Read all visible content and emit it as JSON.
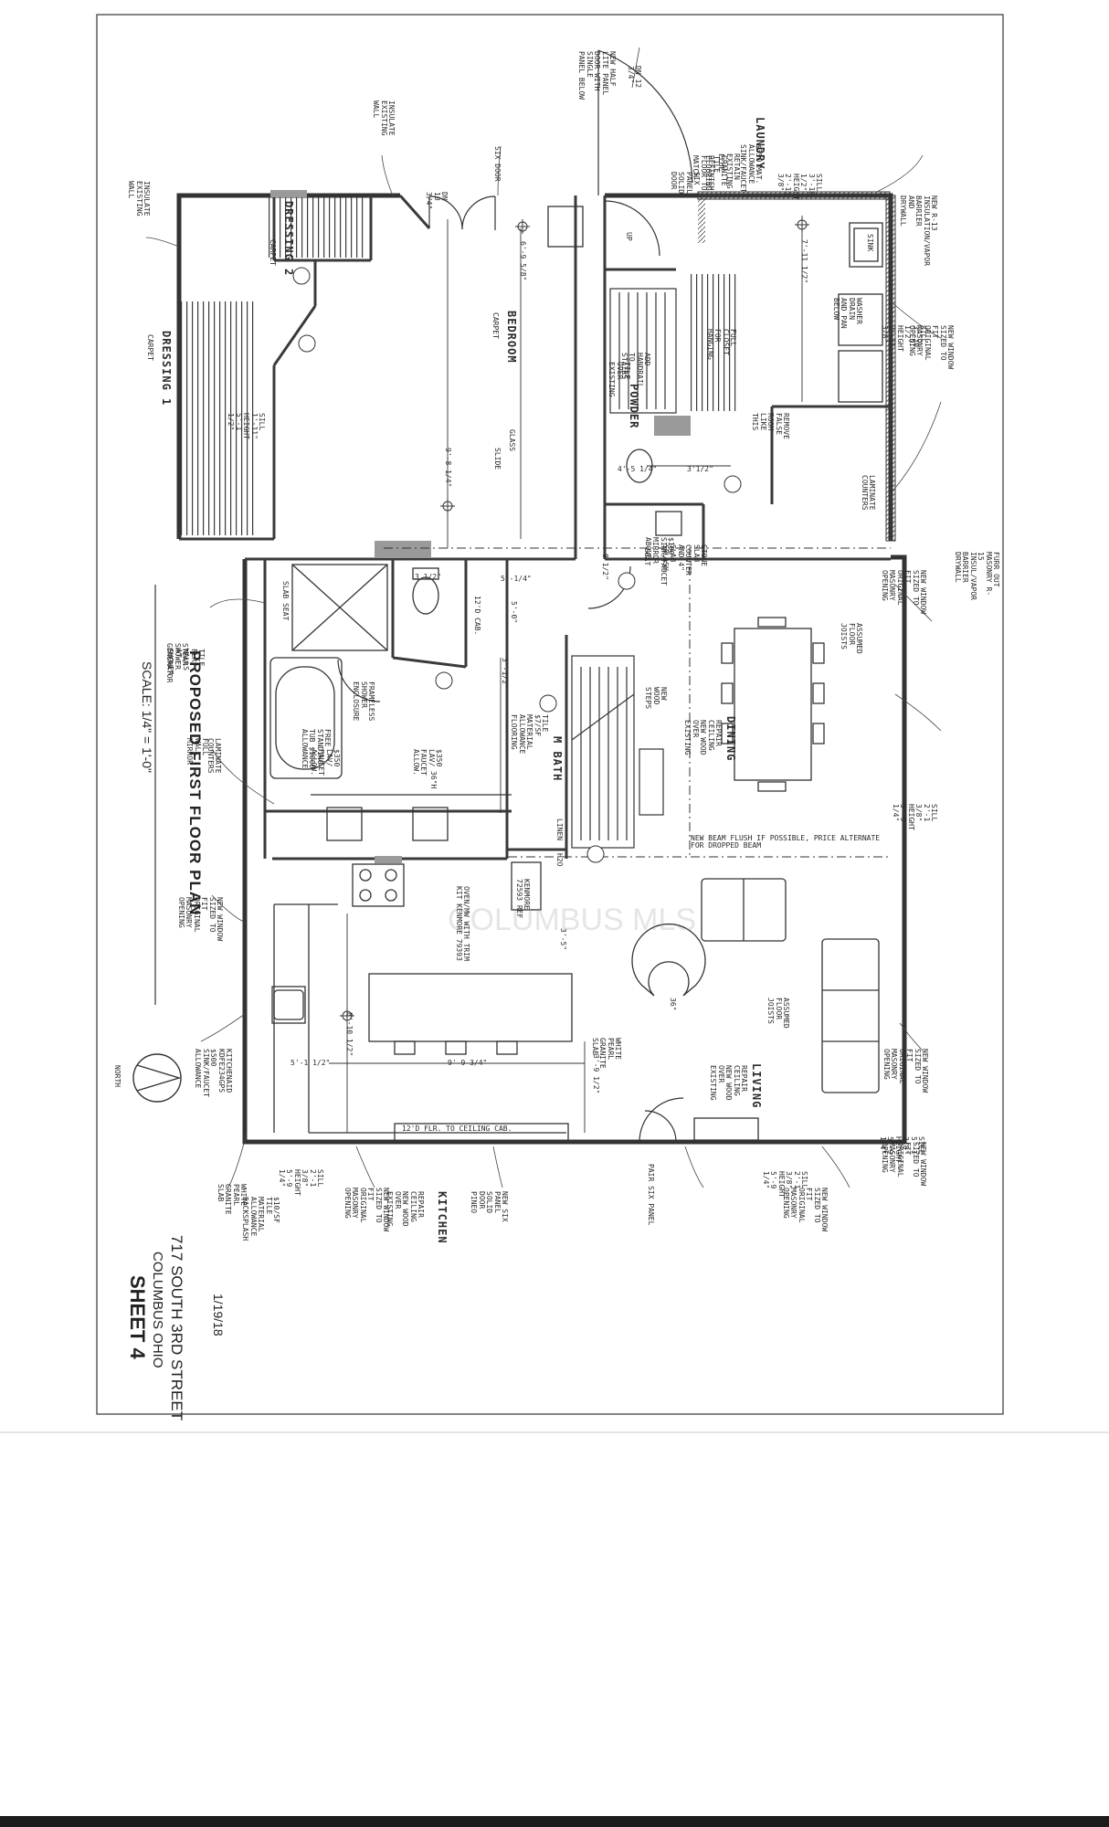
{
  "sheet": {
    "title": "PROPOSED FIRST FLOOR PLAN",
    "scale": "SCALE: 1/4\" = 1'-0\"",
    "address_line1": "717 SOUTH 3RD STREET",
    "address_line2": "COLUMBUS OHIO",
    "sheet_number": "SHEET 4",
    "date": "1/19/18",
    "north_label": "NORTH",
    "watermark": "COLUMBUS MLS"
  },
  "rooms": {
    "laundry": "LAUNDRY",
    "bedroom": "BEDROOM",
    "dressing1": "DRESSING 1",
    "dressing2": "DRESSING 2",
    "powder": "POWDER",
    "m_bath": "M BATH",
    "dining": "DINING",
    "living": "LIVING",
    "kitchen": "KITCHEN"
  },
  "labels": {
    "carpet1": "CARPET",
    "carpet2": "CARPET",
    "carpet3": "CARPET",
    "linen": "LINEN",
    "h2o": "H2O",
    "sink": "SINK",
    "seat": "SEAT",
    "slab_seat": "SLAB SEAT",
    "glass": "GLASS",
    "ref": "KENMORE 72593 REF",
    "oven": "OVEN/MW WITH TRIM KIT KENMORE 79393",
    "counter_note": "12'D FLR. TO CEILING CAB.",
    "cab_note": "12'D CAB.",
    "dim_36": "36\"",
    "dim_36h": "36\"H",
    "dim_3_5": "3'-5\"",
    "dim_9_9": "9'-9 3/4\"",
    "dim_3_9": "3'-9 1/2\"",
    "dim_5_1": "5'-1 1/2\"",
    "dim_8_10": "8'-10 1/2\"",
    "dim_9_8": "9'-8 1/4\"",
    "dim_6_9": "6'-9 5/8\"",
    "dim_7_11": "7'-11 1/2\"",
    "dim_5_0": "5'-0\"",
    "dim_3_1": "3'-1/2\"",
    "dim_5_14": "5'-1/4\"",
    "dim_4_5": "4'-5 1/4\"",
    "dim_3_12": "3'1/2\"",
    "dim_8_12": "8 1/2\"",
    "dim_3_4": "3 1/2\""
  },
  "notes": {
    "n01": "$350 MAT. ALLOWANCE SINK/FAUCET",
    "n02": "GRANITE TILE FLOORING",
    "n03": "RETAIN EXISTING FLUE",
    "n04": "REFINISH FLOOR TO MATCH",
    "n05": "SILL 3'-10 1/2\" HEIGHT 2'-11 3/8\"",
    "n06": "NEW R-13 INSULATION/VAPOR BARRIER AND DRYWALL",
    "n07": "WASHER DRAIN AND PAN BELOW",
    "n08": "SILL 3'-10 1/2\" HEIGHT 2'-11 3/8\"",
    "n09": "NEW WINDOW SIZED TO FIT ORIGINAL MASONRY OPENING",
    "n10": "FULL CLOSET FOR HANGING",
    "n11": "REMOVE FALSE ROOM LIKE THIS",
    "n12": "LAMINATE COUNTERS",
    "n13": "FURR OUT MASONRY R-15 INSUL/VAPOR BARRIER DRYWALL",
    "n14": "NEW WINDOW SIZED TO FIT ORIGINAL MASONRY OPENING",
    "n15": "ASSUMED FLOOR JOISTS",
    "n16": "REPAIR CEILING NEW WOOD OVER EXISTING",
    "n17": "NEW WOOD STEPS",
    "n18": "SILL 2'-1 3/8\" HEIGHT 5'-9 1/4\"",
    "n19": "NEW BEAM FLUSH IF POSSIBLE, PRICE ALTERNATE FOR DROPPED BEAM",
    "n20": "ASSUMED FLOOR JOISTS",
    "n21": "NEW WINDOW SIZED TO FIT ORIGINAL MASONRY OPENING",
    "n22": "REPAIR CEILING NEW WOOD OVER EXISTING",
    "n23": "SILL 2'-1 3/8\" HEIGHT 5'-9 1/4\"",
    "n24": "NEW WINDOW SIZED TO FIT ORIGINAL MASONRY OPENING",
    "n25": "PAIR SIX PANEL",
    "n26": "NEW SIX PANEL SOLID DOOR PINEO",
    "n27": "REPAIR CEILING NEW WOOD OVER EXISTING",
    "n28": "NEW WINDOW SIZED TO FIT ORIGINAL MASONRY OPENING",
    "n29": "SILL 2'-1 3/8\" HEIGHT 5'-9 1/4\"",
    "n30": "$10/SF TILE MATERIAL ALLOWANCE BACKSPLASH",
    "n31": "WHITE PEARL GRANITE SLAB",
    "n32": "KITCHENAID KDFE234GPS $500 SINK/FAUCET ALLOWANCE",
    "n33": "WHITE PEARL GRANITE SLAB",
    "n34": "NEW WINDOW SIZED TO FIT ORIGINAL MASONRY OPENING",
    "n35": "LAMINATE COUNTERS",
    "n36": "FULL WALL MIRROR",
    "n37": "TILE FLR/ WALLS AT SHOWER",
    "n38": "STEAM SHOWER GENERATOR",
    "n39": "FRAMELESS SHOWER ENCLOSURE",
    "n40": "FREE STANDING TUB $1000 ALLOWANCE",
    "n41": "$350 LAV/ FAUCET ALLOW.",
    "n42": "$350 LAV/ FAUCET ALLOW.",
    "n43": "TILE $7/SF MATERIAL ALLOWANCE FLOORING",
    "n44": "$100 SINK/FAUCET MIRROR ABOVE",
    "n45": "STONE SLAB COUNTER AND 4\" SLAB SPLASH",
    "n46": "INSULATE EXISTING WALL",
    "n47": "INSULATE EXISTING WALL",
    "n48": "SIX DOOR",
    "n49": "NEW HALF LITE PANEL DOOR WITH SINGLE PANEL BELOW",
    "n50": "DN 12 3/4\"",
    "n51": "DN 10 3/4\"",
    "n52": "SIX PANEL SOLID DOOR",
    "n53": "SILL 1'-11\" HEIGHT 5'-1 1/2\"",
    "n54": "SLIDE",
    "n55": "ADD HANDRAIL TO STAIRS",
    "n56": "TILE OVER EXISTING",
    "n57": "SILL 5'-1 3/8\" HEIGHT 5'-9 1/4\"",
    "n58": "UP",
    "n59": "NEW WINDOW SIZED TO FIT ORIGINAL MASONRY OPENING"
  }
}
